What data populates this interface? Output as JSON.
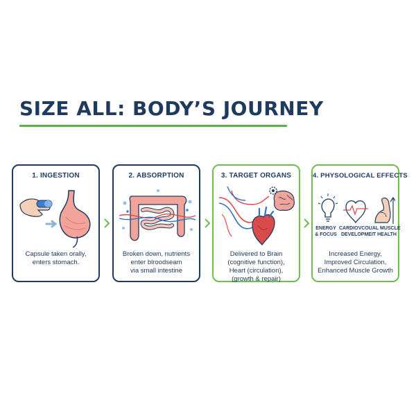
{
  "title": "SIZE ALL: BODY’S JOURNEY",
  "colors": {
    "navy": "#1f3a5f",
    "green": "#6cbf4a",
    "accent_blue": "#3a7fd0",
    "organ_pink": "#f2a49a"
  },
  "steps": [
    {
      "title": "1. INGESTION",
      "description": [
        "Capsule taken orally,",
        "enters stomach."
      ],
      "icons": [
        "hand-holding-capsule-icon",
        "stomach-icon"
      ]
    },
    {
      "title": "2. ABSORPTION",
      "description": [
        "Broken down, nutrients",
        "enter blroodseam",
        "via small intestine"
      ],
      "icons": [
        "intestine-icon"
      ]
    },
    {
      "title": "3. TARGET ORGANS",
      "description": [
        "Delivered to Brain",
        "(cognitive function),",
        "Heart (circulation),",
        "(growth & repair)"
      ],
      "icons": [
        "brain-icon",
        "heart-icon",
        "blood-vessels-icon"
      ]
    },
    {
      "title": "4. PHYSOLOGICAL EFFECTS",
      "effects": [
        {
          "label": [
            "ENERGY",
            "& FOCUS"
          ],
          "icon": "lightbulb-icon"
        },
        {
          "label": [
            "CARDIOVCOUAL MUSCLE",
            "DEVELOPMEIT HEALTH"
          ],
          "icon": "heart-pulse-icon"
        }
      ],
      "description": [
        "Increased Energy,",
        "Improved Circulation,",
        "Enhanced Muscle Growth"
      ],
      "icons": [
        "flexed-arm-icon"
      ]
    }
  ]
}
